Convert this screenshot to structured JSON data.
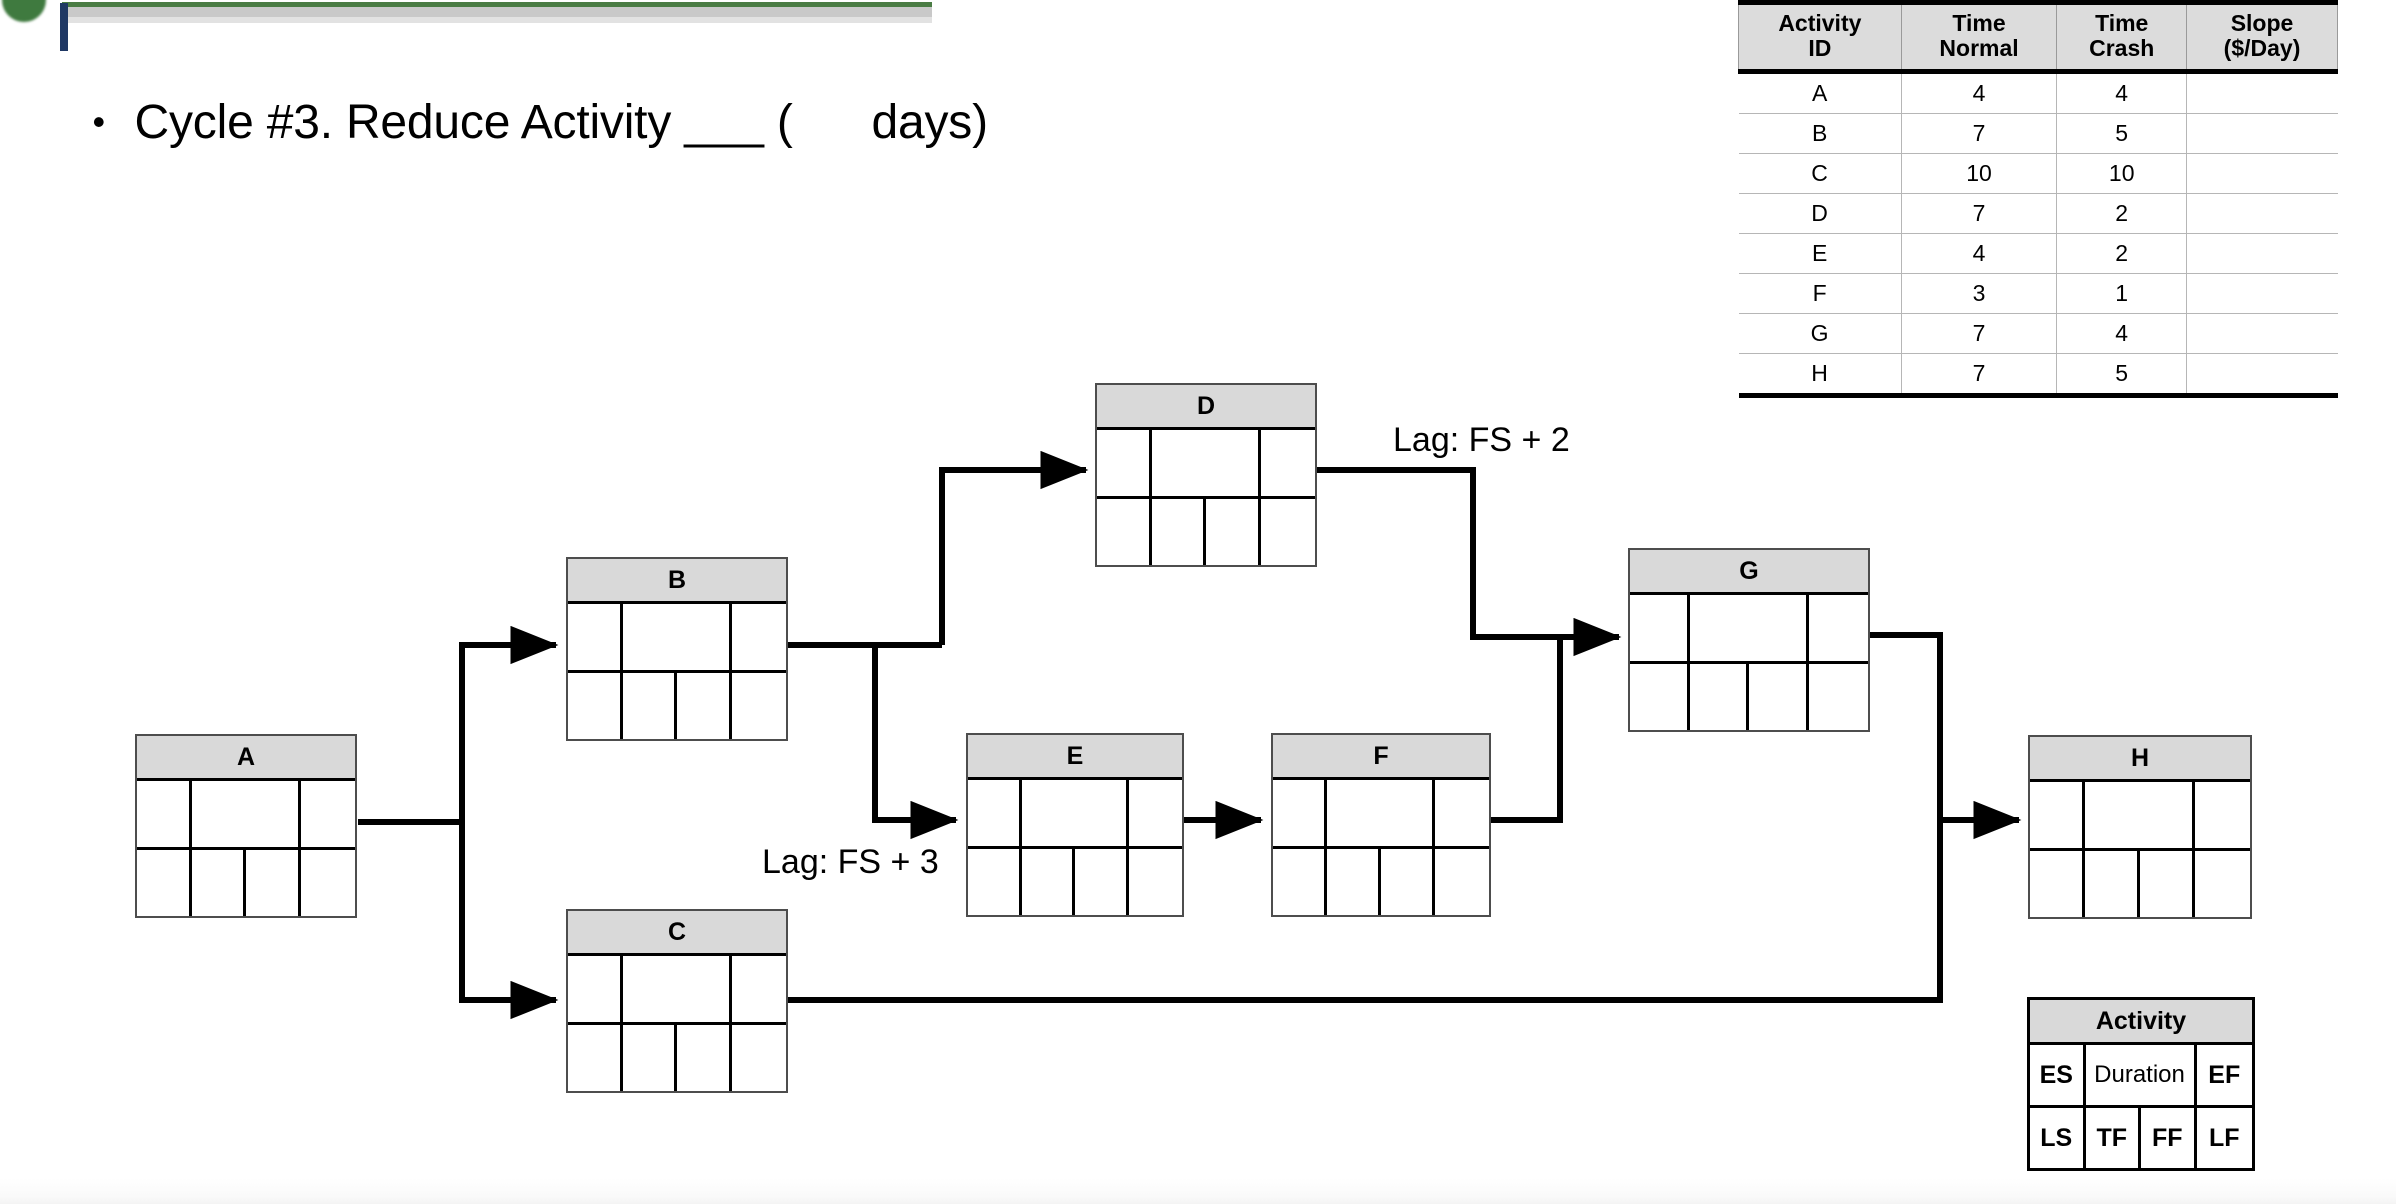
{
  "slide": {
    "bullet_glyph": "•",
    "title_text": "Cycle #3. Reduce Activity ___ (      days)"
  },
  "crash_table": {
    "headers": [
      "Activity\nID",
      "Time\nNormal",
      "Time\nCrash",
      "Slope\n($/Day)"
    ],
    "header_lines": [
      [
        "Activity",
        "ID"
      ],
      [
        "Time",
        "Normal"
      ],
      [
        "Time",
        "Crash"
      ],
      [
        "Slope",
        "($/Day)"
      ]
    ],
    "rows": [
      {
        "id": "A",
        "time_normal": "4",
        "time_crash": "4",
        "slope": ""
      },
      {
        "id": "B",
        "time_normal": "7",
        "time_crash": "5",
        "slope": ""
      },
      {
        "id": "C",
        "time_normal": "10",
        "time_crash": "10",
        "slope": ""
      },
      {
        "id": "D",
        "time_normal": "7",
        "time_crash": "2",
        "slope": ""
      },
      {
        "id": "E",
        "time_normal": "4",
        "time_crash": "2",
        "slope": ""
      },
      {
        "id": "F",
        "time_normal": "3",
        "time_crash": "1",
        "slope": ""
      },
      {
        "id": "G",
        "time_normal": "7",
        "time_crash": "4",
        "slope": ""
      },
      {
        "id": "H",
        "time_normal": "7",
        "time_crash": "5",
        "slope": ""
      }
    ]
  },
  "network": {
    "nodes": [
      {
        "id": "A",
        "label": "A",
        "es": "",
        "duration": "",
        "ef": "",
        "ls": "",
        "tf": "",
        "ff": "",
        "lf": ""
      },
      {
        "id": "B",
        "label": "B",
        "es": "",
        "duration": "",
        "ef": "",
        "ls": "",
        "tf": "",
        "ff": "",
        "lf": ""
      },
      {
        "id": "C",
        "label": "C",
        "es": "",
        "duration": "",
        "ef": "",
        "ls": "",
        "tf": "",
        "ff": "",
        "lf": ""
      },
      {
        "id": "D",
        "label": "D",
        "es": "",
        "duration": "",
        "ef": "",
        "ls": "",
        "tf": "",
        "ff": "",
        "lf": ""
      },
      {
        "id": "E",
        "label": "E",
        "es": "",
        "duration": "",
        "ef": "",
        "ls": "",
        "tf": "",
        "ff": "",
        "lf": ""
      },
      {
        "id": "F",
        "label": "F",
        "es": "",
        "duration": "",
        "ef": "",
        "ls": "",
        "tf": "",
        "ff": "",
        "lf": ""
      },
      {
        "id": "G",
        "label": "G",
        "es": "",
        "duration": "",
        "ef": "",
        "ls": "",
        "tf": "",
        "ff": "",
        "lf": ""
      },
      {
        "id": "H",
        "label": "H",
        "es": "",
        "duration": "",
        "ef": "",
        "ls": "",
        "tf": "",
        "ff": "",
        "lf": ""
      }
    ],
    "lags": [
      {
        "id": "lag-d-g",
        "text": "Lag: FS + 2"
      },
      {
        "id": "lag-b-e",
        "text": "Lag: FS + 3"
      }
    ]
  },
  "legend": {
    "title": "Activity",
    "es": "ES",
    "duration": "Duration",
    "ef": "EF",
    "ls": "LS",
    "tf": "TF",
    "ff": "FF",
    "lf": "LF"
  },
  "colors": {
    "node_header_fill": "#d9d9d9",
    "node_border": "#4d4d4d",
    "table_header_fill": "#dcdcdc",
    "accent_green": "#4a7c44",
    "accent_blue": "#1f3864",
    "line": "#000000"
  }
}
